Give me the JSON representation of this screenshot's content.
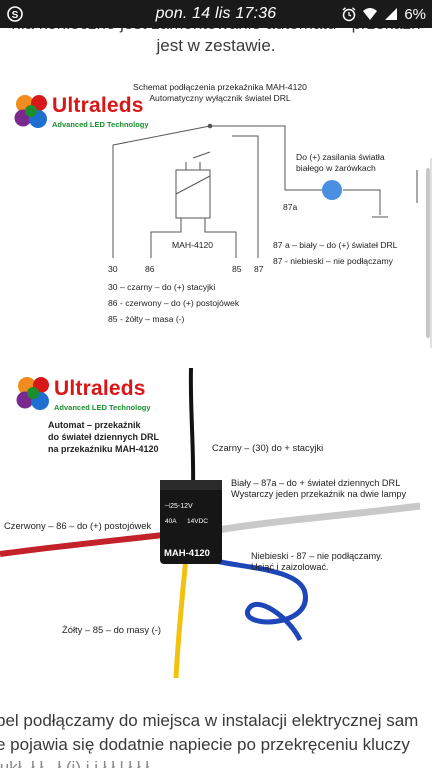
{
  "status_bar": {
    "time": "pon. 14 lis 17:36",
    "battery": "6%",
    "icons": [
      "skype-icon",
      "alarm-icon",
      "wifi-icon",
      "signal-icon",
      "battery-icon"
    ]
  },
  "article": {
    "top_cut_line": "nia konieczne jest zamontowanie automatu - przekaźn",
    "top_line": "jest w zestawie.",
    "bottom_line_1": "pel podłączamy do miejsca w instalacji elektrycznej sam",
    "bottom_line_2": "e pojawia się dodatnie napiecie po przekręceniu kluczy",
    "bottom_line_3": "łukł. ł ł    . ł (i)   i  i ł ł l  ł ł  ł"
  },
  "brand": {
    "name": "Ultraleds",
    "tagline": "Advanced LED Technology",
    "colors": {
      "red": "#d81818",
      "green": "#1b8f2e",
      "orange": "#f28c1e",
      "purple": "#7a2a8f",
      "blue": "#1f6fd1"
    }
  },
  "diagram_1": {
    "title_line_1": "Schemat podłączenia przekaźnika MAH-4120",
    "title_line_2": "Automatyczny wyłącznik świateł DRL",
    "lamp_label_1": "Do (+) zasilania światła",
    "lamp_label_2": "białego w żarówkach",
    "pin_87a": "87a",
    "relay_name": "MAH-4120",
    "pins": [
      "30",
      "86",
      "85",
      "87"
    ],
    "right_legend_1": "87 a – biały – do (+) świateł DRL",
    "right_legend_2": "87  - niebieski – nie podłączamy",
    "legend_1": "30 – czarny – do (+) stacyjki",
    "legend_2": "86 - czerwony – do (+) postojówek",
    "legend_3": "85  - żółty – masa (-)"
  },
  "diagram_2": {
    "title_1": "Automat – przekaźnik",
    "title_2": "do świateł dziennych DRL",
    "title_3": "na przekaźniku MAH-4120",
    "black_wire": "Czarny – (30) do + stacyjki",
    "white_wire_1": "Biały – 87a – do + świateł dziennych DRL",
    "white_wire_2": "Wystarczy jeden przekaźnik na dwie lampy",
    "red_wire": "Czerwony – 86 – do (+) postojówek",
    "blue_wire_1": "Niebieski - 87 – nie podłączamy.",
    "blue_wire_2": "Uciąć i zaizolować.",
    "yellow_wire": "Żółty – 85 – do masy (-)",
    "relay_voltage": "⊣25-12V",
    "relay_rating_1": "40A",
    "relay_rating_2": "14VDC",
    "relay_model": "MAH-4120"
  }
}
